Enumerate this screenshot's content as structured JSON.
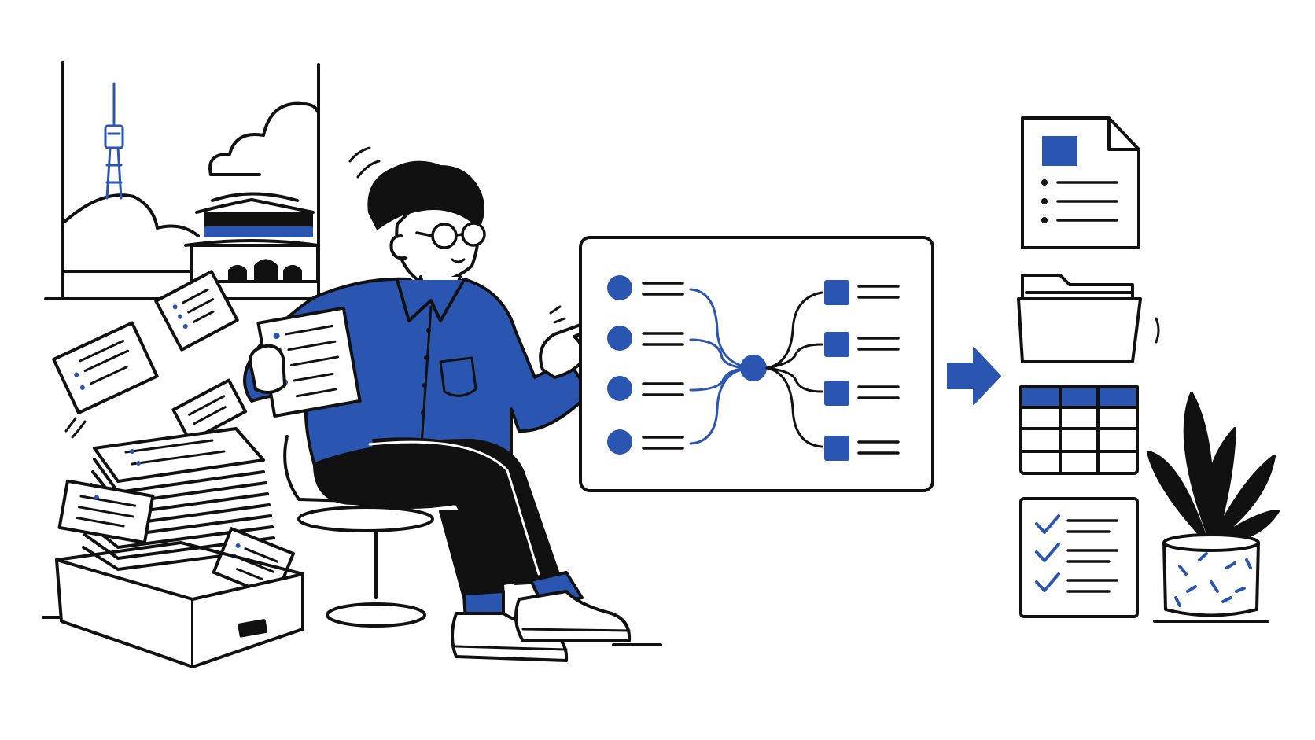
{
  "palette": {
    "ink": "#111111",
    "accent": "#2a55b0",
    "paper": "#ffffff",
    "soft": "#f4f4f4"
  },
  "scene": {
    "left": [
      "window-with-seoul-tower",
      "palace-gate",
      "flying-papers",
      "stacked-documents-in-box"
    ],
    "center": [
      "person-with-glasses",
      "held-document",
      "stool-chair"
    ],
    "diagram": {
      "input_nodes": 4,
      "output_nodes": 4,
      "hub": "merge-circle"
    },
    "arrow": "arrow-right-icon",
    "outputs": [
      "document-icon",
      "folder-icon",
      "table-icon",
      "checklist-icon"
    ],
    "decor": [
      "potted-plant"
    ]
  }
}
